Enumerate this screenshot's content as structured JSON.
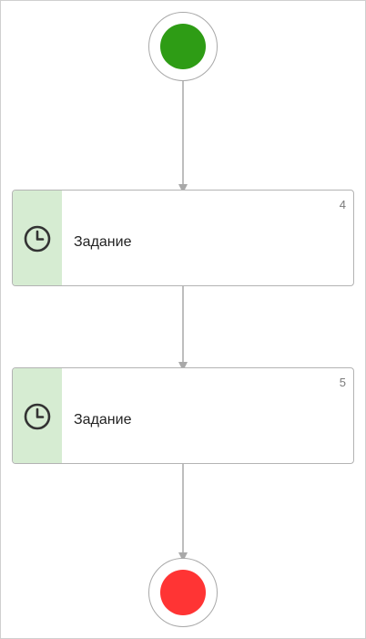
{
  "diagram": {
    "start_event": {
      "color": "#2e9c15"
    },
    "end_event": {
      "color": "#ff3434"
    },
    "tasks": [
      {
        "number": "4",
        "label": "Задание",
        "icon": "clock-icon"
      },
      {
        "number": "5",
        "label": "Задание",
        "icon": "clock-icon"
      }
    ],
    "colors": {
      "connector": "#a9a9a9",
      "task_stripe": "#d6ecd2"
    }
  }
}
